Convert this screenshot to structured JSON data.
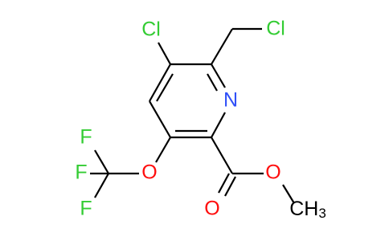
{
  "molecule": {
    "atoms": {
      "cl_ring": {
        "label": "Cl",
        "color": "#33cc33"
      },
      "cl_chain": {
        "label": "Cl",
        "color": "#33cc33"
      },
      "n": {
        "label": "N",
        "color": "#3050f8"
      },
      "f1": {
        "label": "F",
        "color": "#33cc33"
      },
      "f2": {
        "label": "F",
        "color": "#33cc33"
      },
      "f3": {
        "label": "F",
        "color": "#33cc33"
      },
      "o_ether": {
        "label": "O",
        "color": "#ff0d0d"
      },
      "o_ester": {
        "label": "O",
        "color": "#ff0d0d"
      },
      "o_carbonyl": {
        "label": "O",
        "color": "#ff0d0d"
      },
      "ch3": {
        "label": "CH",
        "subscript": "3",
        "color": "#000000"
      }
    }
  }
}
